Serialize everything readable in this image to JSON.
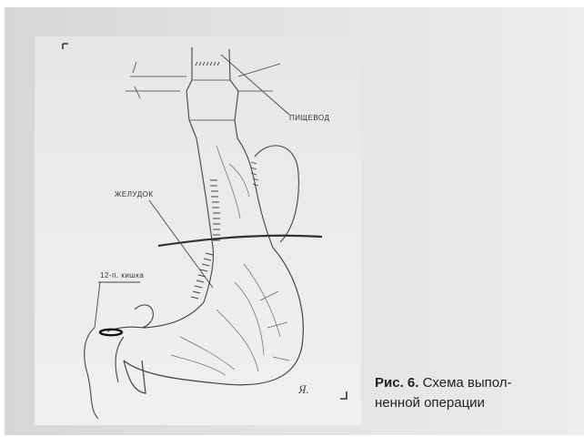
{
  "drawing": {
    "corner_top_left": "Г",
    "label_esophagus": "ПИЩЕВОД",
    "label_stomach": "ЖЕЛУДОК",
    "label_duodenum": "12-п. кишка",
    "signature": "Я.",
    "corner_bottom_right": "˩"
  },
  "caption": {
    "figure_label": "Рис. 6.",
    "line1": "Схема выпол-",
    "line2": "ненной операции"
  }
}
